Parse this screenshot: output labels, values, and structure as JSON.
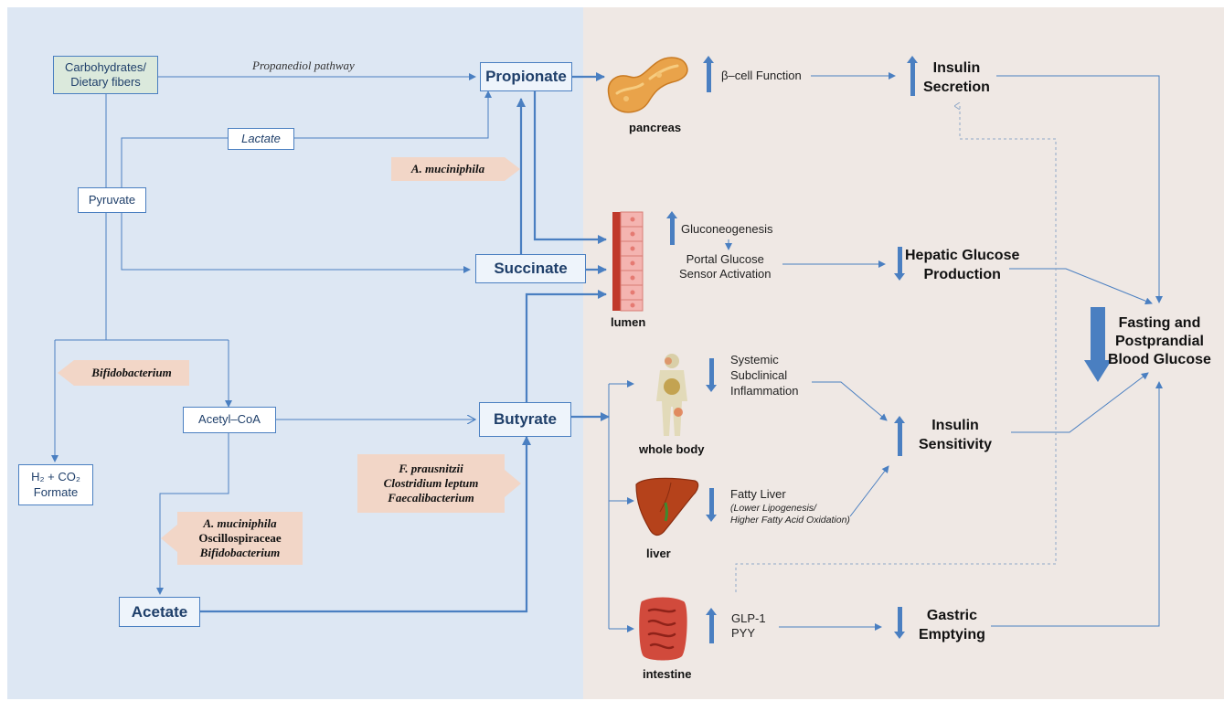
{
  "nodes": {
    "carbs": "Carbohydrates/\nDietary fibers",
    "pathway": "Propanediol pathway",
    "lactate": "Lactate",
    "pyruvate": "Pyruvate",
    "h2co2": "H₂ + CO₂\nFormate",
    "acetyl_coa": "Acetyl–CoA",
    "acetate": "Acetate",
    "propionate": "Propionate",
    "succinate": "Succinate",
    "butyrate": "Butyrate"
  },
  "bacteria": {
    "a_muc_top": "A. muciniphila",
    "bifido": "Bifidobacterium",
    "fpraus": [
      "F. prausnitzii",
      "Clostridium leptum",
      "Faecalibacterium"
    ],
    "amuc_group": [
      "A. muciniphila",
      "Oscillospiraceae",
      "Bifidobacterium"
    ]
  },
  "organs": {
    "pancreas": "pancreas",
    "lumen": "lumen",
    "whole_body": "whole body",
    "liver": "liver",
    "intestine": "intestine"
  },
  "effects": {
    "beta_cell": "β–cell Function",
    "gluconeo": "Gluconeogenesis",
    "portal": "Portal Glucose\nSensor Activation",
    "systemic": "Systemic\nSubclinical\nInflammation",
    "fatty_liver": "Fatty Liver",
    "fatty_liver_note": "(Lower Lipogenesis/\nHigher Fatty Acid Oxidation)",
    "glp1": "GLP-1\nPYY"
  },
  "outcomes": {
    "insulin_secretion": "Insulin\nSecretion",
    "hepatic": "Hepatic Glucose\nProduction",
    "insulin_sensitivity": "Insulin\nSensitivity",
    "gastric": "Gastric\nEmptying",
    "fasting": "Fasting and\nPostprandial\nBlood Glucose"
  },
  "colors": {
    "left_bg": "#dde7f3",
    "right_bg": "#efe8e4",
    "accent": "#4a7fc1",
    "bacteria_bg": "#f2d6c7"
  }
}
